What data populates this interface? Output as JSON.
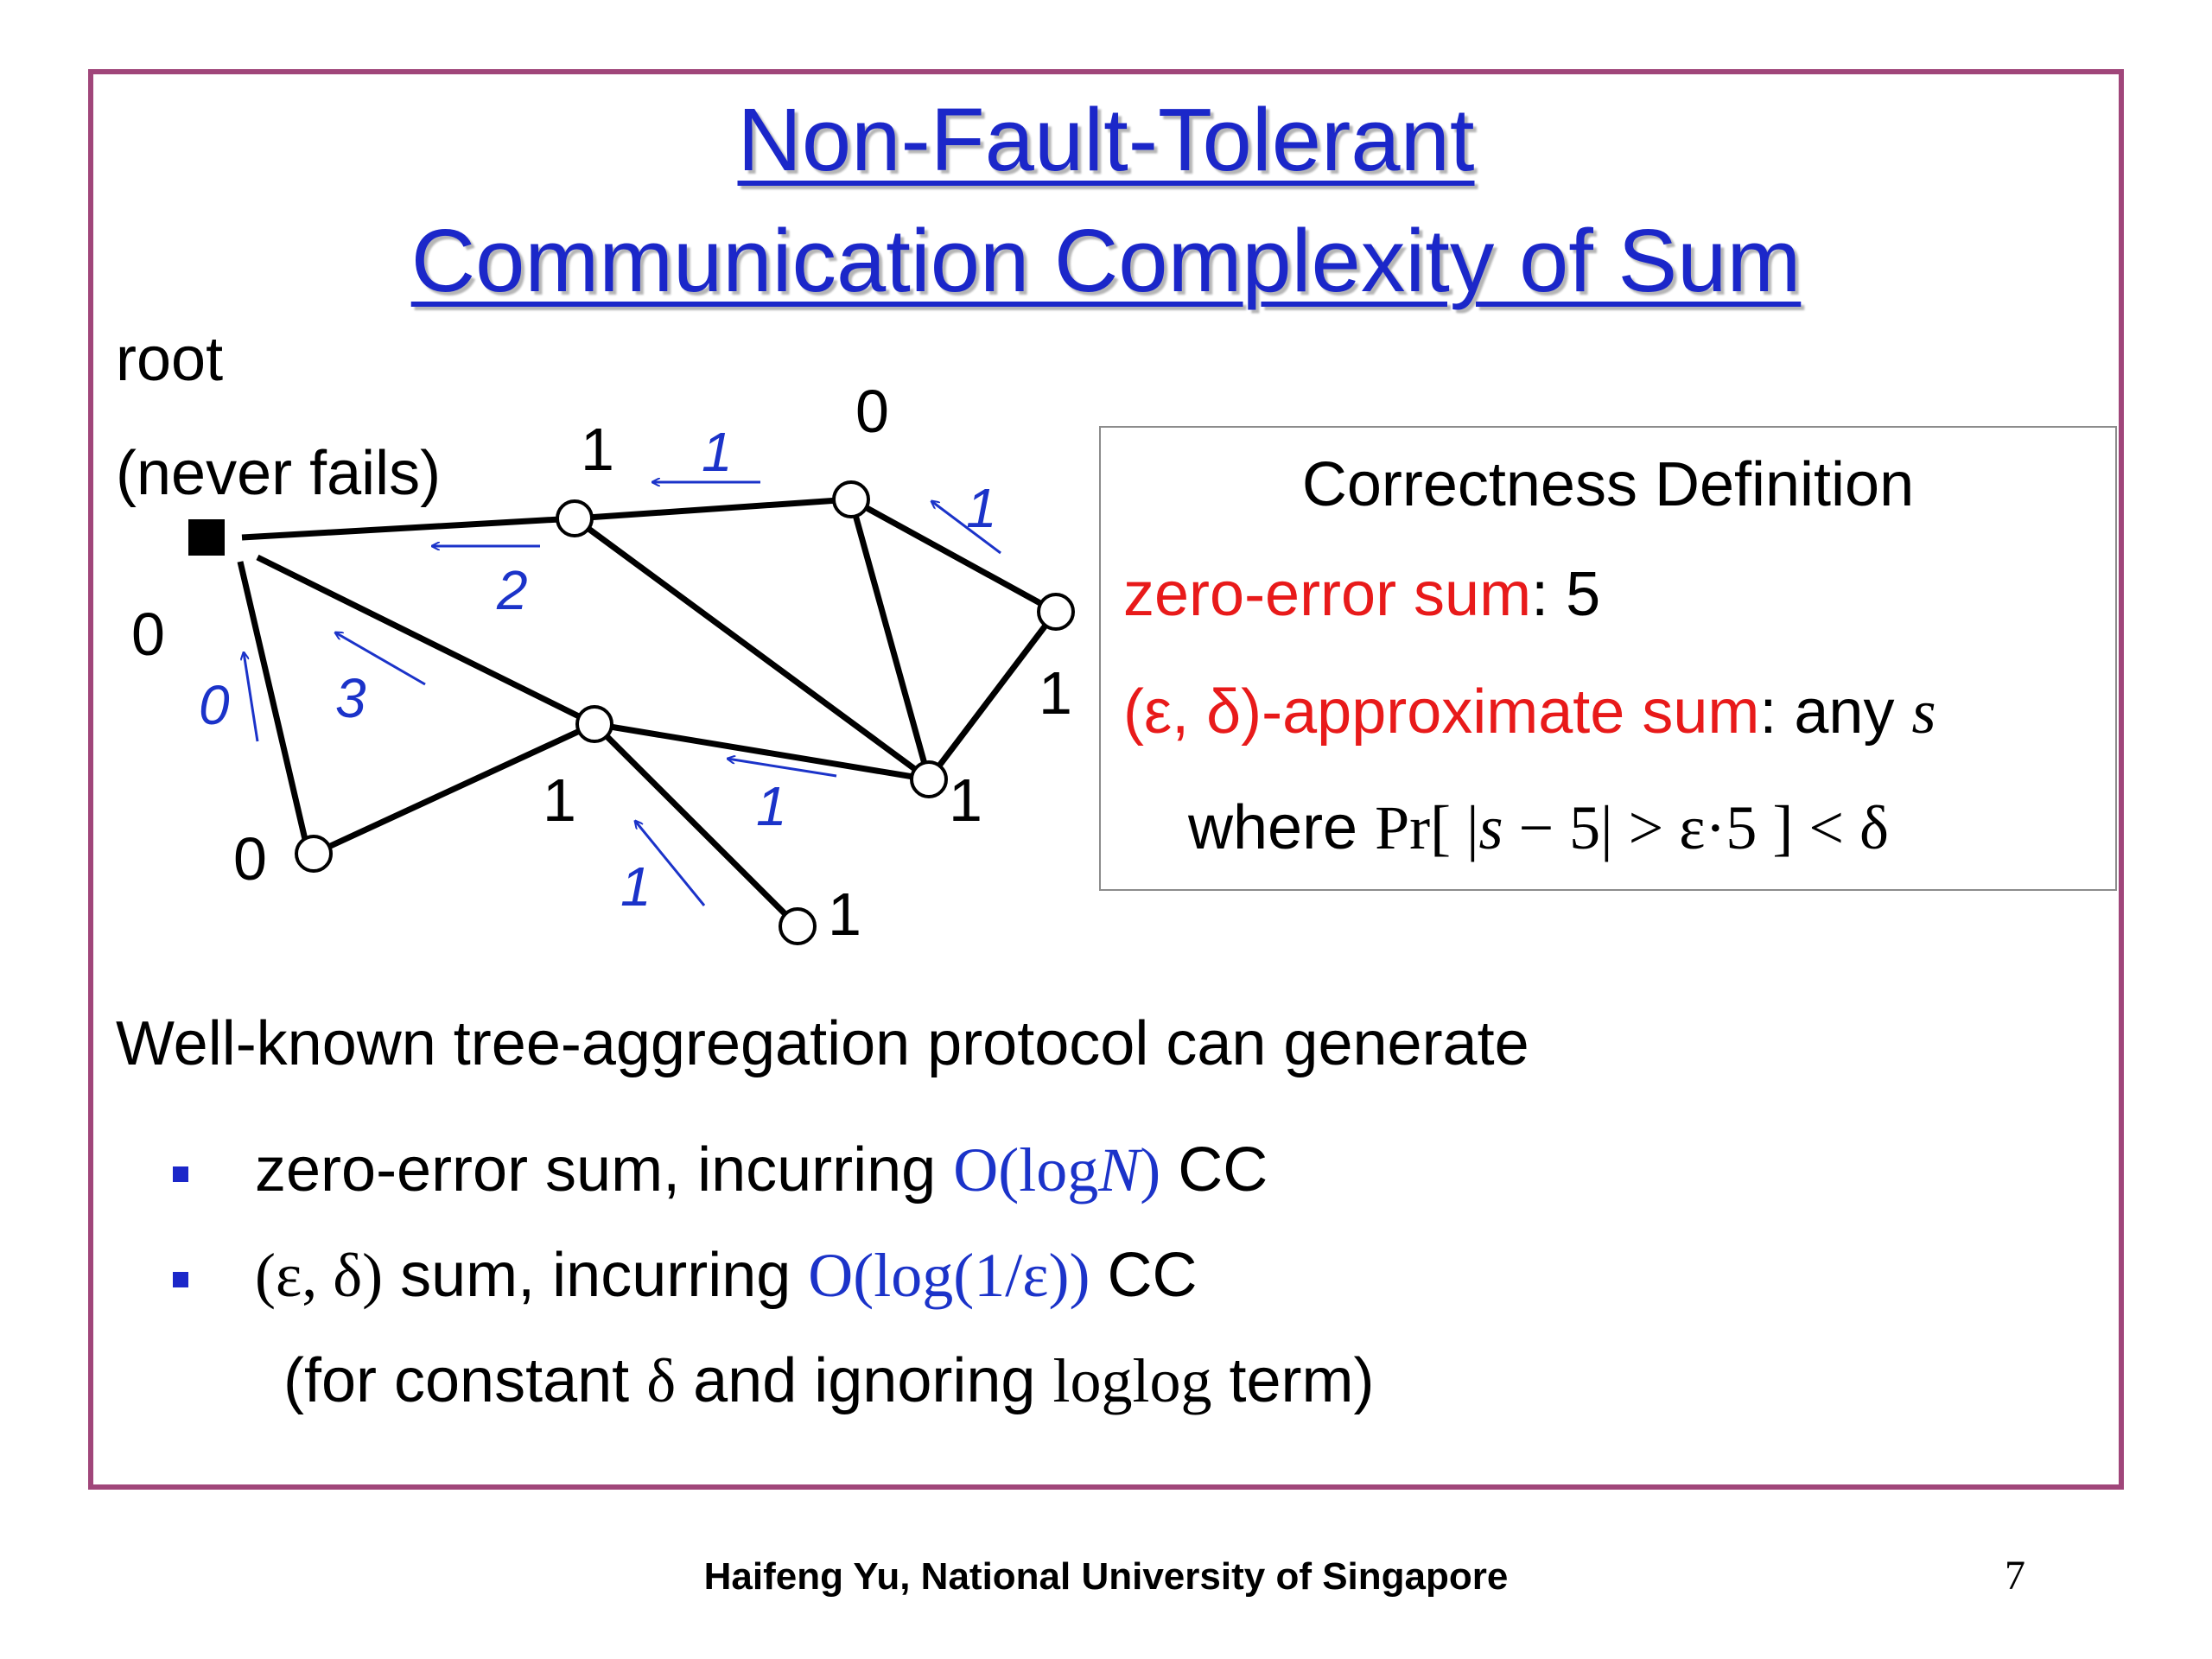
{
  "slide": {
    "title_line1": "Non-Fault-Tolerant",
    "title_line2": "Communication Complexity of Sum",
    "root_label": "root",
    "root_note": "(never fails)"
  },
  "graph": {
    "nodes": [
      {
        "id": "root",
        "value": "0"
      },
      {
        "id": "n1",
        "value": "1"
      },
      {
        "id": "n2",
        "value": "0"
      },
      {
        "id": "n3",
        "value": "1"
      },
      {
        "id": "n4",
        "value": "1"
      },
      {
        "id": "n5",
        "value": "1"
      },
      {
        "id": "n6",
        "value": "0"
      },
      {
        "id": "n7",
        "value": "1"
      }
    ],
    "messages": [
      "1",
      "1",
      "2",
      "3",
      "0",
      "1",
      "1"
    ]
  },
  "definition": {
    "heading": "Correctness Definition",
    "zero_error_label": "zero-error sum",
    "zero_error_value": ": 5",
    "approx_label": "(ε, δ)-approximate sum",
    "approx_suffix": ": any ",
    "approx_var": "s",
    "where_word": "where ",
    "where_formula_a": "Pr[ |",
    "where_formula_s": "s",
    "where_formula_b": " − 5| > ε·5 ] < δ"
  },
  "body": {
    "intro": "Well-known tree-aggregation protocol can generate",
    "bullet1_text": "zero-error sum, incurring ",
    "bullet1_math_a": "O(log",
    "bullet1_math_n": "N",
    "bullet1_math_b": ")",
    "bullet1_suffix": " CC",
    "bullet2_prefix": "(ε, δ)",
    "bullet2_text": " sum, incurring ",
    "bullet2_math": "O(log(1/ε))",
    "bullet2_suffix": " CC",
    "note_a": "(for constant ",
    "note_delta": "δ",
    "note_b": " and ignoring ",
    "note_loglog": "loglog",
    "note_c": " term)"
  },
  "footer": {
    "author": "Haifeng Yu, National University of Singapore",
    "page_number": "7"
  },
  "colors": {
    "title": "#1b27c9",
    "accent_red": "#e81a1a",
    "message_blue": "#1b33c9",
    "frame": "#a0467a"
  }
}
